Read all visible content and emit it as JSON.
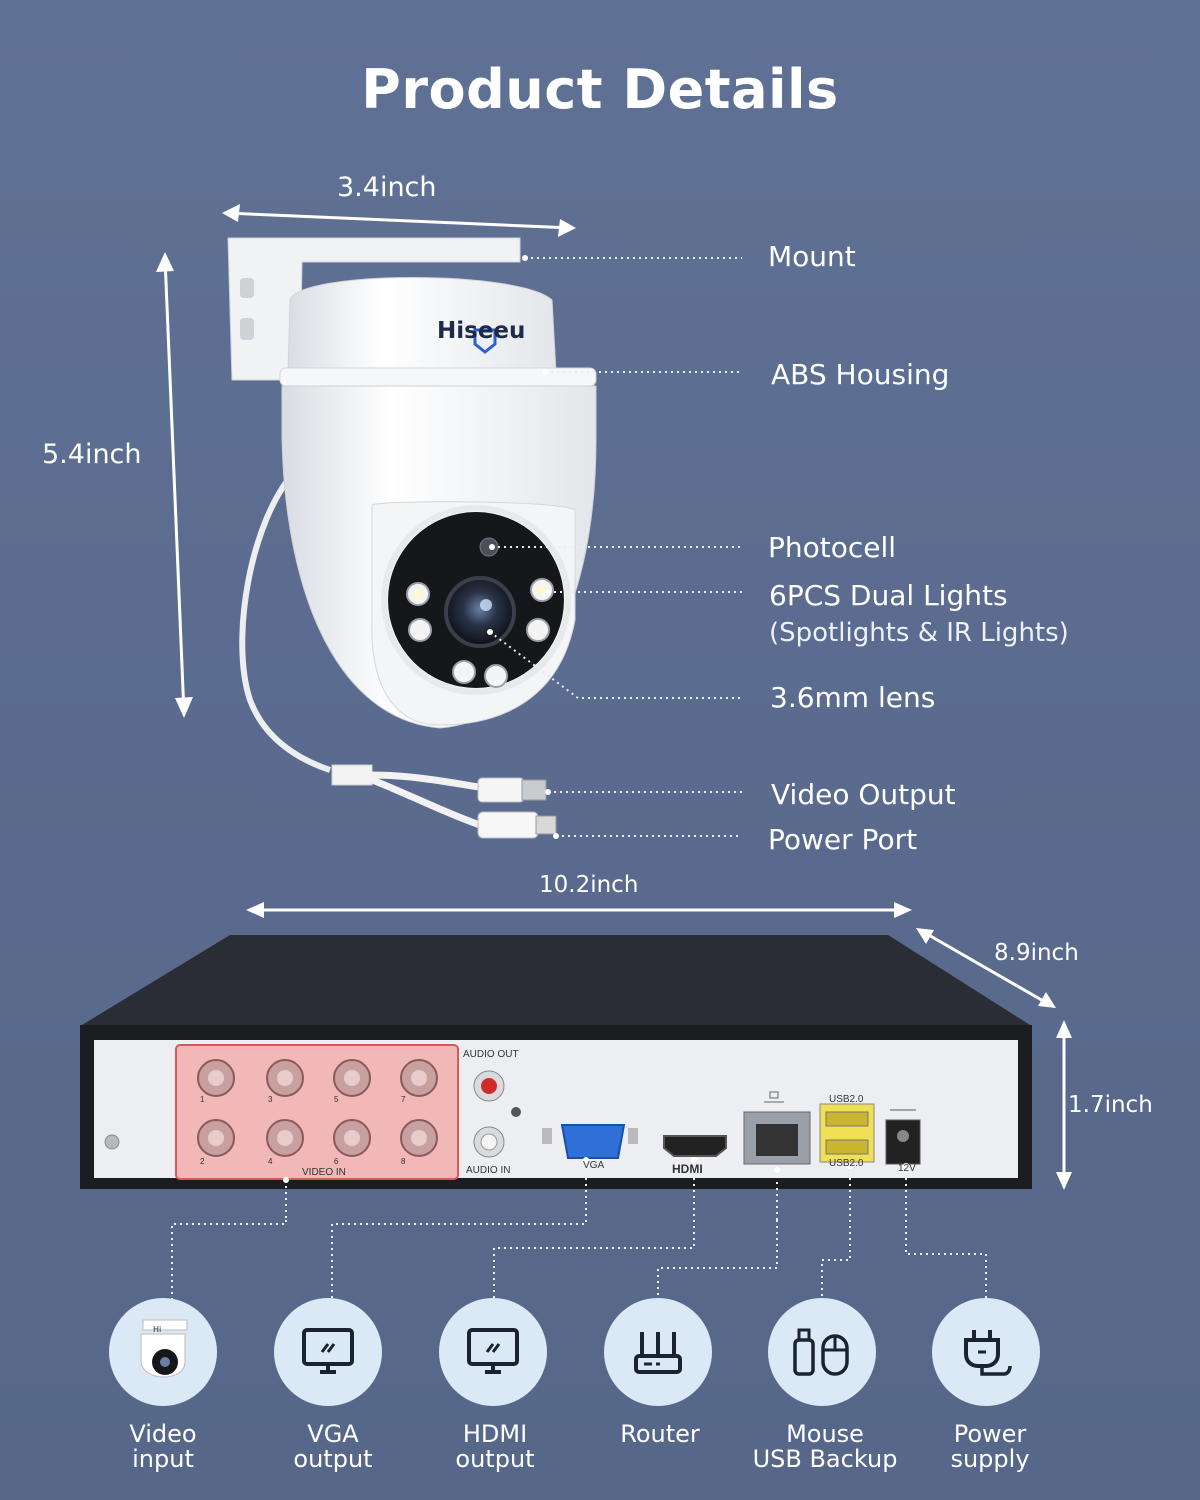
{
  "title": "Product Details",
  "camera": {
    "brand": "Hiseeu",
    "width_label": "3.4inch",
    "height_label": "5.4inch",
    "callouts": {
      "mount": "Mount",
      "housing": "ABS Housing",
      "photocell": "Photocell",
      "lights": "6PCS Dual Lights",
      "lights_sub": "(Spotlights & IR Lights)",
      "lens": "3.6mm lens",
      "video_output": "Video Output",
      "power_port": "Power Port"
    }
  },
  "dvr": {
    "width_label": "10.2inch",
    "depth_label": "8.9inch",
    "height_label": "1.7inch",
    "ports": {
      "audio_out": "AUDIO OUT",
      "audio_in": "AUDIO IN",
      "video_in": "VIDEO IN",
      "vga": "VGA",
      "hdmi": "HDMI",
      "usb_top": "USB2.0",
      "usb_bottom": "USB2.0",
      "power": "12V",
      "bnc_numbers": [
        "1",
        "3",
        "5",
        "7",
        "2",
        "4",
        "6",
        "8"
      ]
    }
  },
  "connections": [
    {
      "line1": "Video",
      "line2": "input",
      "icon": "camera-icon"
    },
    {
      "line1": "VGA",
      "line2": "output",
      "icon": "monitor-icon"
    },
    {
      "line1": "HDMI",
      "line2": "output",
      "icon": "monitor-icon"
    },
    {
      "line1": "Router",
      "line2": "",
      "icon": "router-icon"
    },
    {
      "line1": "Mouse",
      "line2": "USB Backup",
      "icon": "usb-mouse-icon"
    },
    {
      "line1": "Power",
      "line2": "supply",
      "icon": "plug-icon"
    }
  ]
}
